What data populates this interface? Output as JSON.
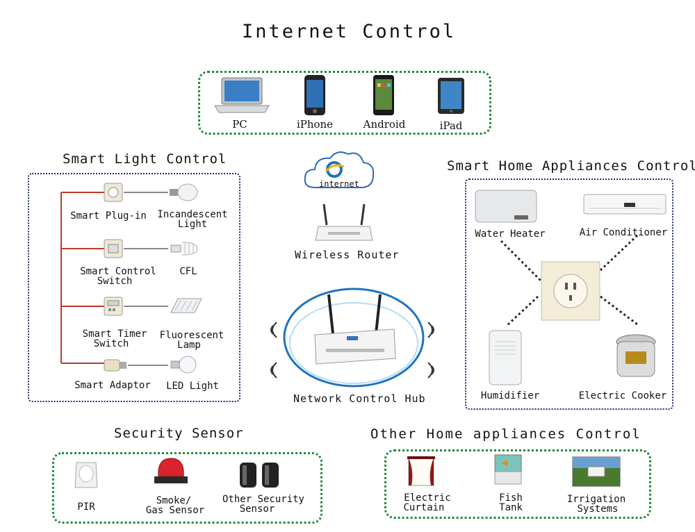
{
  "internet_control": {
    "title": "Internet Control",
    "devices": [
      {
        "label": "PC",
        "icon": "laptop-icon"
      },
      {
        "label": "iPhone",
        "icon": "iphone-icon"
      },
      {
        "label": "Android",
        "icon": "android-phone-icon"
      },
      {
        "label": "iPad",
        "icon": "ipad-icon"
      }
    ]
  },
  "center": {
    "cloud_label": "internet",
    "router_label": "Wireless Router",
    "hub_label": "Network Control Hub"
  },
  "smart_light": {
    "title": "Smart Light Control",
    "rows": [
      {
        "left": [
          "Smart Plug-in"
        ],
        "right": [
          "Incandescent",
          "Light"
        ]
      },
      {
        "left": [
          "Smart Control",
          "Switch"
        ],
        "right": [
          "CFL"
        ]
      },
      {
        "left": [
          "Smart Timer",
          "Switch"
        ],
        "right": [
          "Fluorescent",
          "Lamp"
        ]
      },
      {
        "left": [
          "Smart Adaptor"
        ],
        "right": [
          "LED Light"
        ]
      }
    ]
  },
  "appliances": {
    "title": "Smart Home Appliances Control",
    "items": [
      "Water Heater",
      "Air Conditioner",
      "Humidifier",
      "Electric Cooker"
    ]
  },
  "security": {
    "title": "Security Sensor",
    "items": [
      [
        "PIR"
      ],
      [
        "Smoke/",
        "Gas Sensor"
      ],
      [
        "Other Security",
        "Sensor"
      ]
    ]
  },
  "other": {
    "title": "Other Home appliances Control",
    "items": [
      [
        "Electric",
        "Curtain"
      ],
      [
        "Fish",
        "Tank"
      ],
      [
        "Irrigation",
        "Systems"
      ]
    ]
  },
  "colors": {
    "green_border": "#1f8a3a",
    "navy_border": "#1d2a6b",
    "wire": "#c0392b",
    "hub_ring": "#1e73be"
  }
}
